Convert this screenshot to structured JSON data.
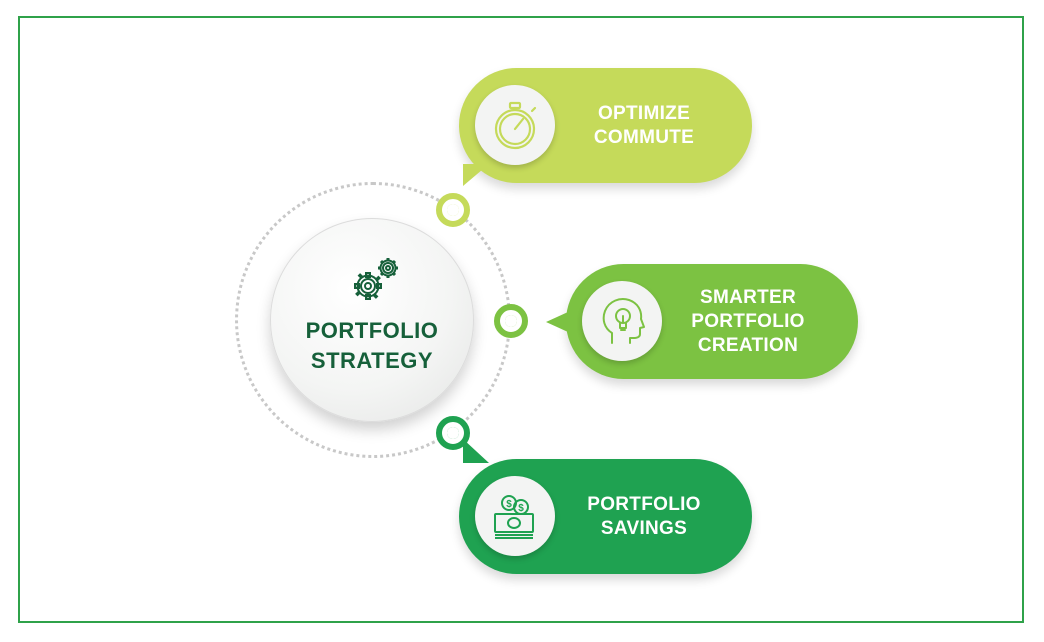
{
  "center": {
    "line1": "PORTFOLIO",
    "line2": "STRATEGY",
    "icon": "gears-icon"
  },
  "items": [
    {
      "line1": "OPTIMIZE",
      "line2": "COMMUTE",
      "line3": "",
      "icon": "stopwatch-icon",
      "color": "#c5da5a"
    },
    {
      "line1": "SMARTER",
      "line2": "PORTFOLIO",
      "line3": "CREATION",
      "icon": "head-lightbulb-icon",
      "color": "#7cc242"
    },
    {
      "line1": "PORTFOLIO",
      "line2": "SAVINGS",
      "line3": "",
      "icon": "money-coins-icon",
      "color": "#1fa251"
    }
  ],
  "colors": {
    "frame": "#2fa24a",
    "title": "#16603a",
    "icon_stroke_1": "#c5da5a",
    "icon_stroke_2": "#7cc242",
    "icon_stroke_3": "#1fa251"
  }
}
